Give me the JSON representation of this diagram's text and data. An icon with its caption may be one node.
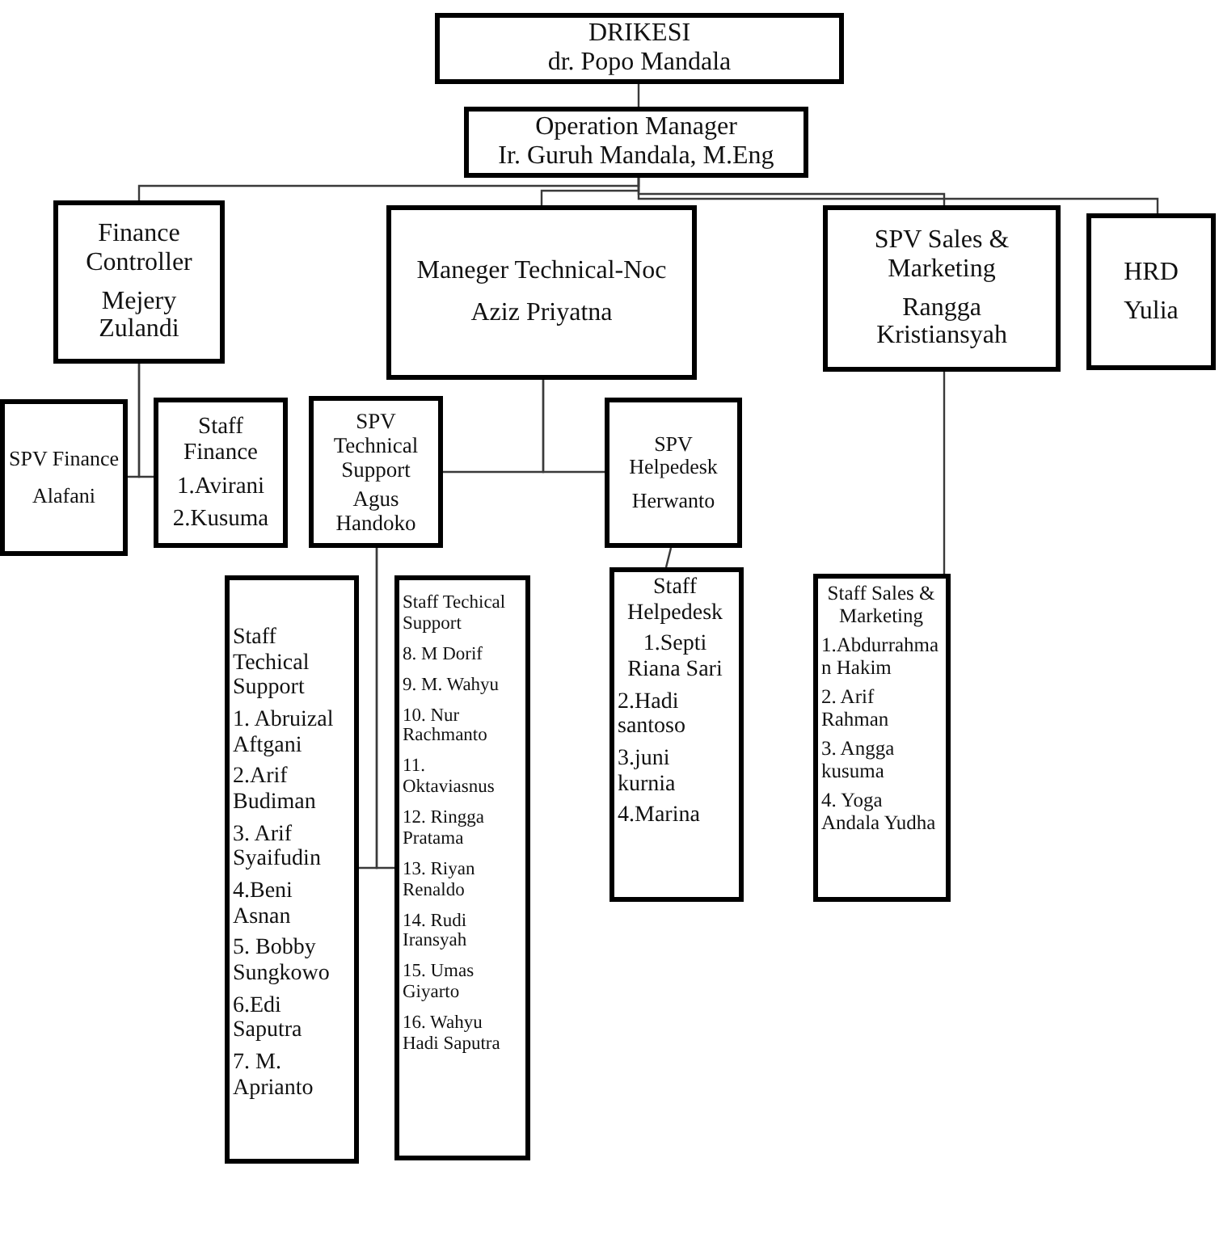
{
  "diagram": {
    "nodes": [
      {
        "text": [
          "DRIKESI",
          "dr. Popo Mandala"
        ]
      },
      {
        "text": [
          "Operation Manager",
          "Ir. Guruh Mandala, M.Eng"
        ]
      },
      {
        "text": [
          "Finance Controller",
          "Mejery Zulandi"
        ]
      },
      {
        "text": [
          "Maneger Technical-Noc",
          "Aziz Priyatna"
        ]
      },
      {
        "text": [
          "SPV Sales & Marketing",
          "Rangga Kristiansyah"
        ]
      },
      {
        "text": [
          "HRD",
          "Yulia"
        ]
      },
      {
        "text": [
          "SPV Finance",
          "Alafani"
        ]
      },
      {
        "text": [
          "Staff Finance",
          "1.Avirani",
          "2.Kusuma"
        ]
      },
      {
        "text": [
          "SPV Technical Support",
          "Agus Handoko"
        ]
      },
      {
        "text": [
          "SPV Helpedesk",
          "Herwanto"
        ]
      },
      {
        "text": [
          "Staff Techical Support",
          "1. Abruizal Aftgani",
          "2.Arif Budiman",
          "3. Arif Syaifudin",
          "4.Beni Asnan",
          "5. Bobby Sungkowo",
          "6.Edi Saputra",
          "7. M. Aprianto"
        ]
      },
      {
        "text": [
          "Staff Techical Support",
          "8. M Dorif",
          "9. M. Wahyu",
          "10. Nur Rachmanto",
          "11. Oktaviasnus",
          "12. Ringga Pratama",
          "13. Riyan Renaldo",
          "14. Rudi Iransyah",
          "15. Umas Giyarto",
          "16. Wahyu Hadi Saputra"
        ]
      },
      {
        "text": [
          "Staff Helpedesk",
          "1.Septi Riana Sari",
          "2.Hadi santoso",
          "3.juni kurnia",
          "4.Marina"
        ]
      },
      {
        "text": [
          "Staff Sales & Marketing",
          "1.Abdurrahman Hakim",
          "2. Arif Rahman",
          "3. Angga kusuma",
          "4. Yoga Andala Yudha"
        ]
      }
    ],
    "edges": [
      {
        "from": 0,
        "to": 1,
        "arrow": "none"
      },
      {
        "from": 1,
        "to": 2,
        "arrow": "none"
      },
      {
        "from": 1,
        "to": 3,
        "arrow": "none"
      },
      {
        "from": 1,
        "to": 4,
        "arrow": "none"
      },
      {
        "from": 1,
        "to": 5,
        "arrow": "none"
      },
      {
        "from": 2,
        "to": 6,
        "arrow": "none"
      },
      {
        "from": 2,
        "to": 7,
        "arrow": "none"
      },
      {
        "from": 3,
        "to": 8,
        "arrow": "none"
      },
      {
        "from": 3,
        "to": 9,
        "arrow": "none"
      },
      {
        "from": 8,
        "to": 10,
        "arrow": "none"
      },
      {
        "from": 8,
        "to": 11,
        "arrow": "none"
      },
      {
        "from": 9,
        "to": 12,
        "arrow": "none"
      },
      {
        "from": 4,
        "to": 13,
        "arrow": "none"
      }
    ]
  }
}
